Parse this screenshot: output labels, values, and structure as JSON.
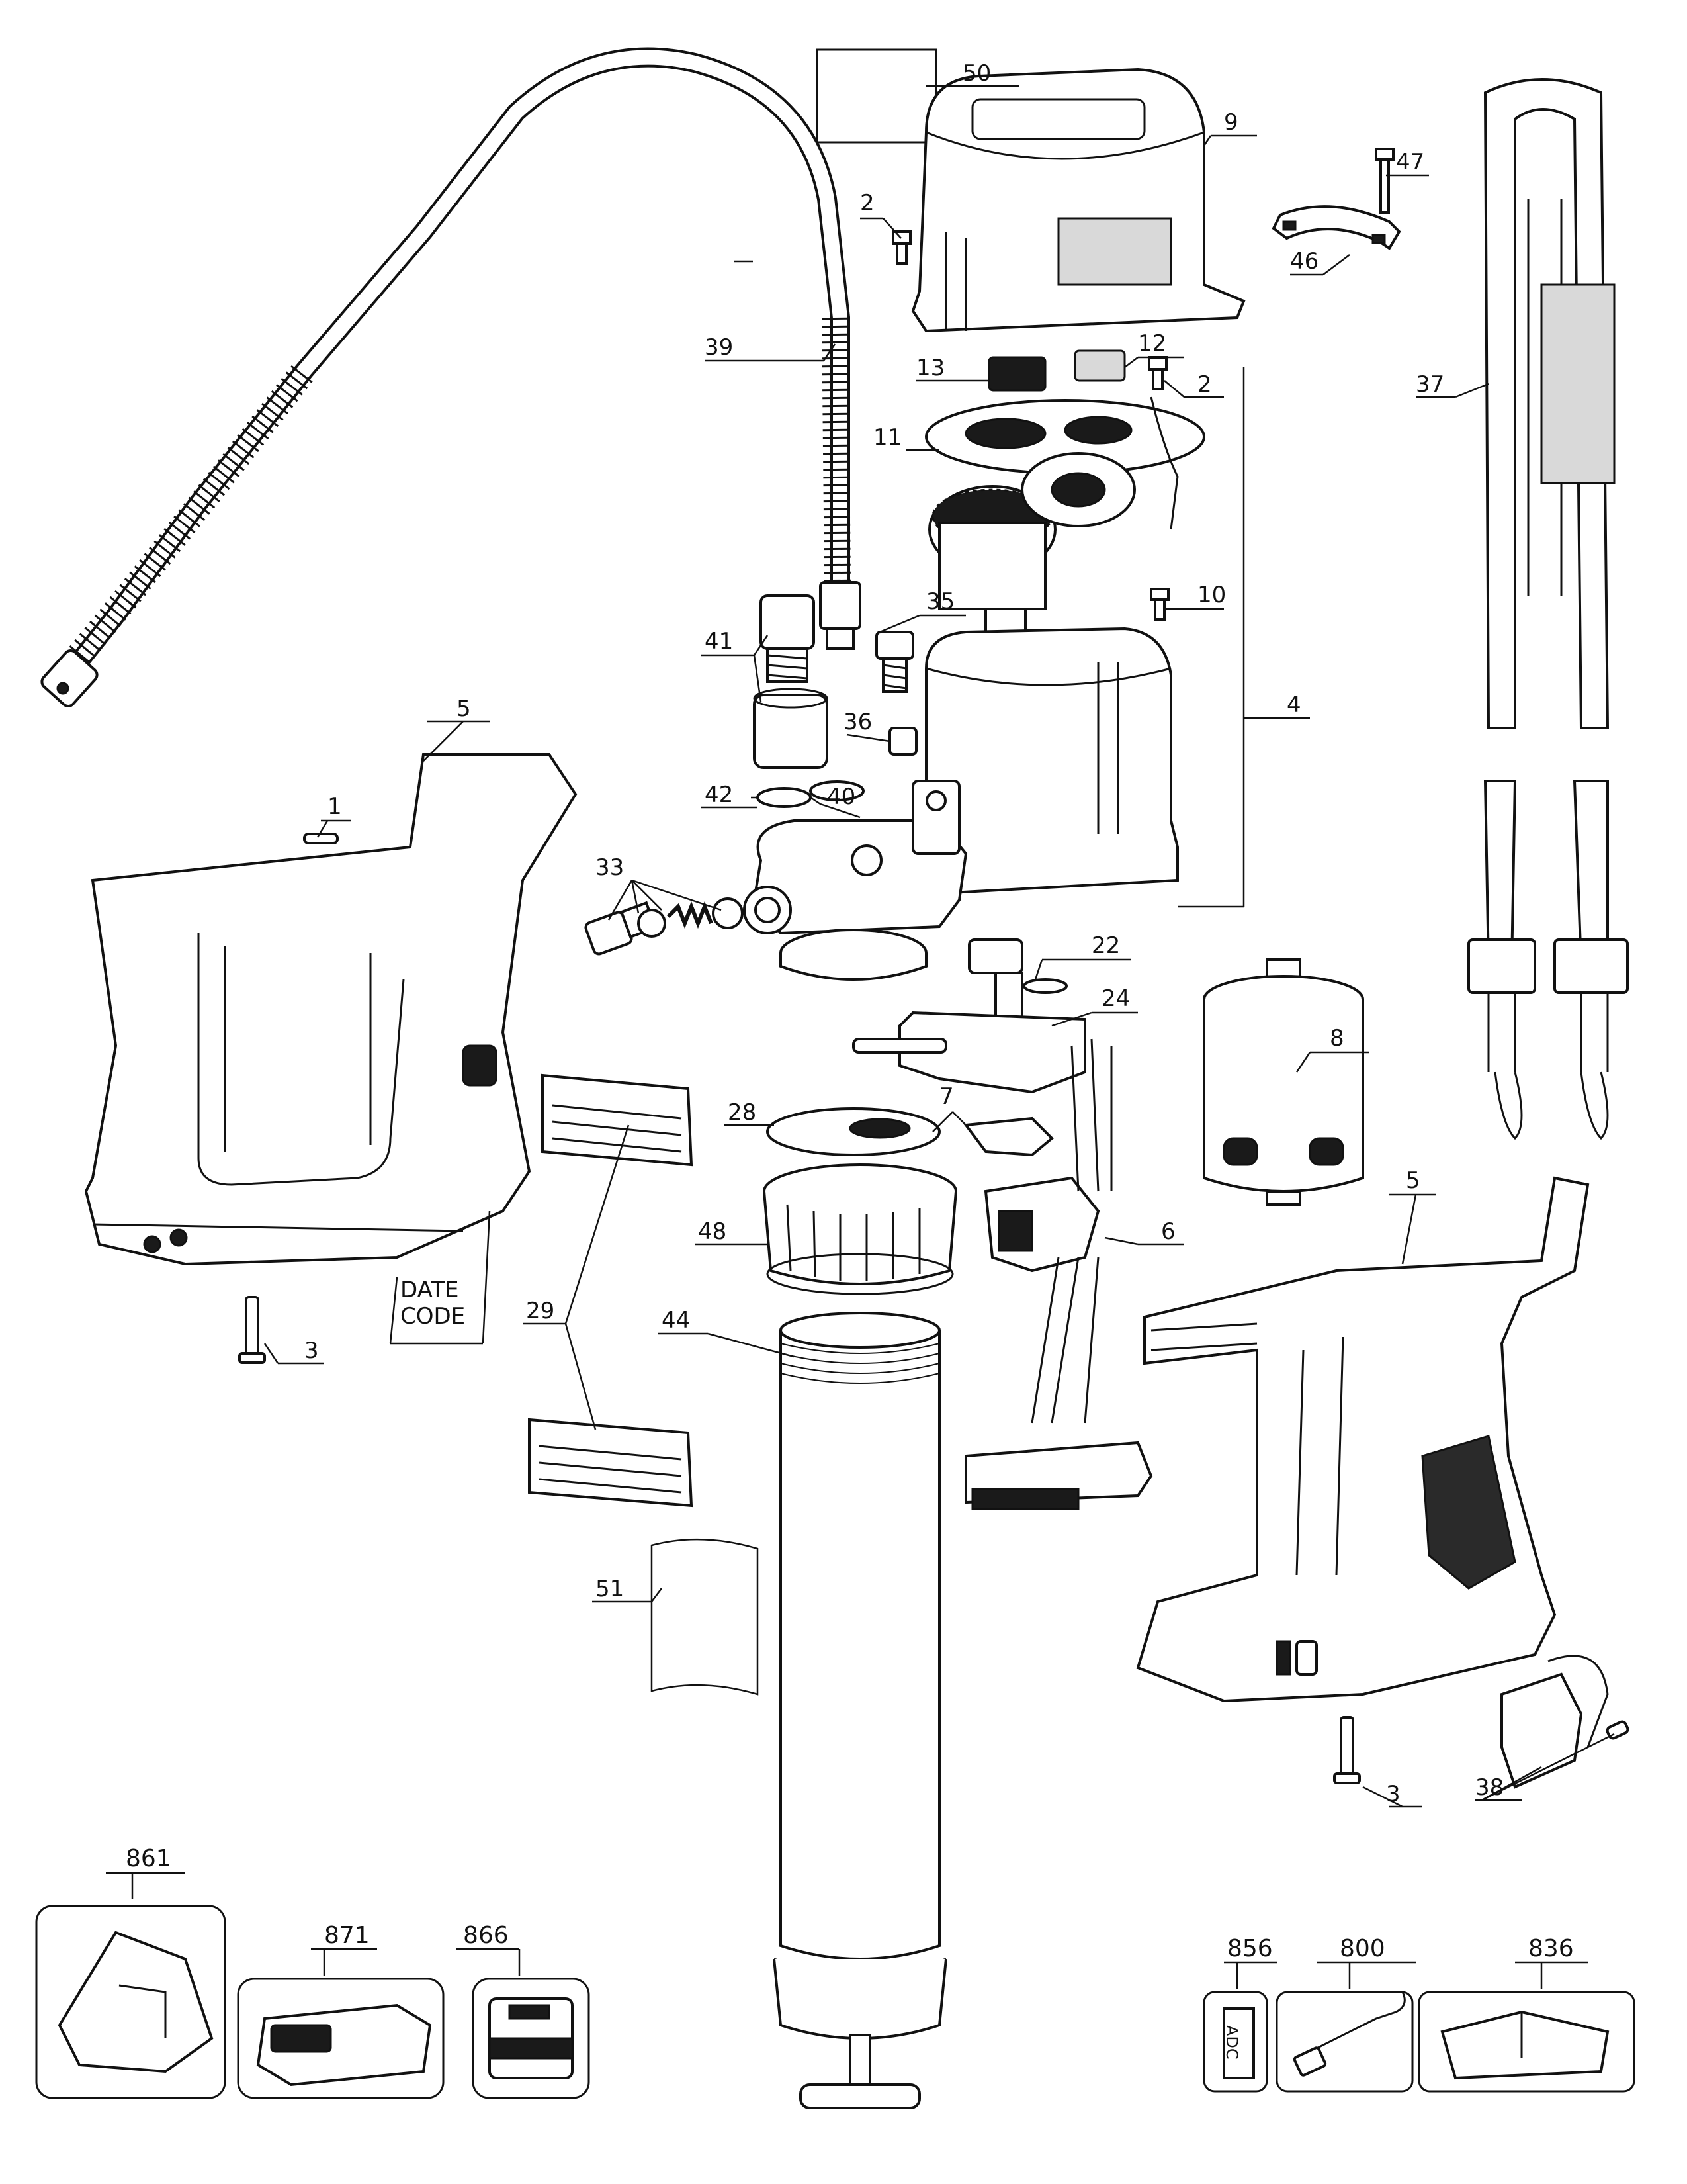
{
  "callouts": [
    {
      "id": "c-1",
      "text": "1"
    },
    {
      "id": "c-2a",
      "text": "2"
    },
    {
      "id": "c-2b",
      "text": "2"
    },
    {
      "id": "c-3a",
      "text": "3"
    },
    {
      "id": "c-3b",
      "text": "3"
    },
    {
      "id": "c-4",
      "text": "4"
    },
    {
      "id": "c-5a",
      "text": "5"
    },
    {
      "id": "c-5b",
      "text": "5"
    },
    {
      "id": "c-6",
      "text": "6"
    },
    {
      "id": "c-7",
      "text": "7"
    },
    {
      "id": "c-8",
      "text": "8"
    },
    {
      "id": "c-9",
      "text": "9"
    },
    {
      "id": "c-10",
      "text": "10"
    },
    {
      "id": "c-11",
      "text": "11"
    },
    {
      "id": "c-12",
      "text": "12"
    },
    {
      "id": "c-13",
      "text": "13"
    },
    {
      "id": "c-22",
      "text": "22"
    },
    {
      "id": "c-24",
      "text": "24"
    },
    {
      "id": "c-28",
      "text": "28"
    },
    {
      "id": "c-29",
      "text": "29"
    },
    {
      "id": "c-33",
      "text": "33"
    },
    {
      "id": "c-35",
      "text": "35"
    },
    {
      "id": "c-36",
      "text": "36"
    },
    {
      "id": "c-37",
      "text": "37"
    },
    {
      "id": "c-38",
      "text": "38"
    },
    {
      "id": "c-39",
      "text": "39"
    },
    {
      "id": "c-40",
      "text": "40"
    },
    {
      "id": "c-41",
      "text": "41"
    },
    {
      "id": "c-42",
      "text": "42"
    },
    {
      "id": "c-44",
      "text": "44"
    },
    {
      "id": "c-46",
      "text": "46"
    },
    {
      "id": "c-47",
      "text": "47"
    },
    {
      "id": "c-48",
      "text": "48"
    },
    {
      "id": "c-50",
      "text": "50"
    },
    {
      "id": "c-51",
      "text": "51"
    }
  ],
  "date_code": {
    "line1": "DATE",
    "line2": "CODE"
  },
  "accessories": [
    {
      "id": "a-861",
      "text": "861",
      "name": "kit-box"
    },
    {
      "id": "a-871",
      "text": "871",
      "name": "charger"
    },
    {
      "id": "a-866",
      "text": "866",
      "name": "battery-pack"
    },
    {
      "id": "a-856",
      "text": "856",
      "name": "label"
    },
    {
      "id": "a-800",
      "text": "800",
      "name": "grease-coupler"
    },
    {
      "id": "a-836",
      "text": "836",
      "name": "tool-box"
    }
  ],
  "label_856_glyphs": "ADC"
}
